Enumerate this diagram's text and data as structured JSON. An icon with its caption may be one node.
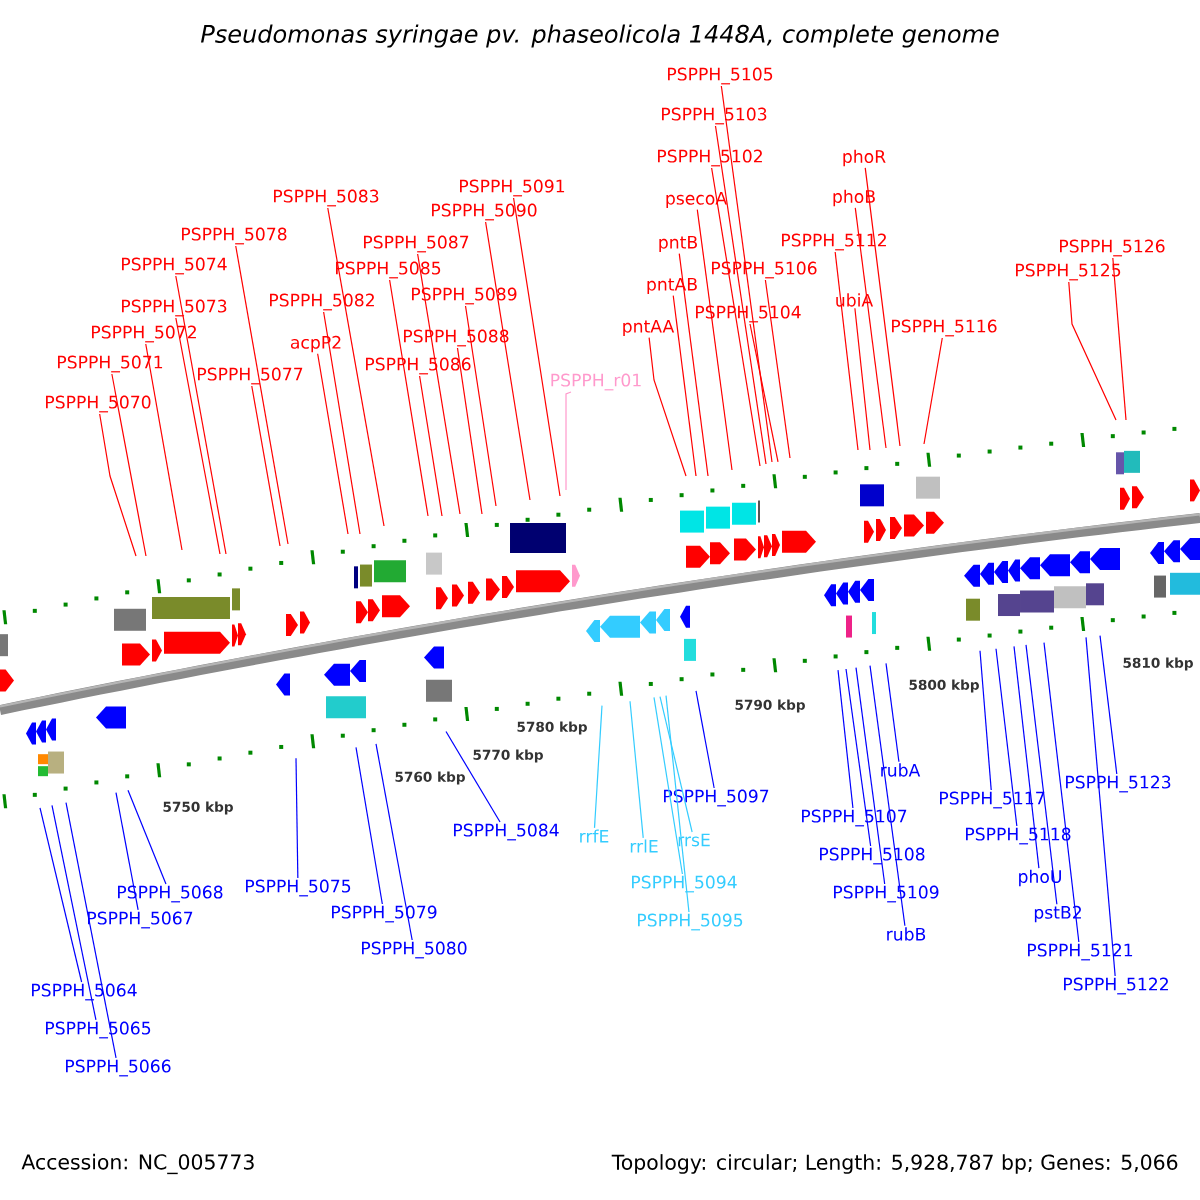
{
  "diagram": {
    "title": "Pseudomonas syringae pv. phaseolicola 1448A, complete genome",
    "nodes": [
      {
        "text": [
          "PSPPH_5105"
        ]
      },
      {
        "text": [
          "PSPPH_5103"
        ]
      },
      {
        "text": [
          "PSPPH_5102"
        ]
      },
      {
        "text": [
          "PSPPH_5091"
        ]
      },
      {
        "text": [
          "phoR"
        ]
      },
      {
        "text": [
          "PSPPH_5083"
        ]
      },
      {
        "text": [
          "psecoA"
        ]
      },
      {
        "text": [
          "phoB"
        ]
      },
      {
        "text": [
          "PSPPH_5090"
        ]
      },
      {
        "text": [
          "PSPPH_5078"
        ]
      },
      {
        "text": [
          "PSPPH_5087"
        ]
      },
      {
        "text": [
          "pntB"
        ]
      },
      {
        "text": [
          "PSPPH_5112"
        ]
      },
      {
        "text": [
          "PSPPH_5126"
        ]
      },
      {
        "text": [
          "PSPPH_5074"
        ]
      },
      {
        "text": [
          "PSPPH_5085"
        ]
      },
      {
        "text": [
          "PSPPH_5106"
        ]
      },
      {
        "text": [
          "PSPPH_5125"
        ]
      },
      {
        "text": [
          "pntAB"
        ]
      },
      {
        "text": [
          "PSPPH_5082"
        ]
      },
      {
        "text": [
          "PSPPH_5089"
        ]
      },
      {
        "text": [
          "ubiA"
        ]
      },
      {
        "text": [
          "PSPPH_5073"
        ]
      },
      {
        "text": [
          "PSPPH_5104"
        ]
      },
      {
        "text": [
          "pntAA"
        ]
      },
      {
        "text": [
          "PSPPH_5116"
        ]
      },
      {
        "text": [
          "PSPPH_5072"
        ]
      },
      {
        "text": [
          "PSPPH_5088"
        ]
      },
      {
        "text": [
          "acpP2"
        ]
      },
      {
        "text": [
          "PSPPH_5071"
        ]
      },
      {
        "text": [
          "PSPPH_5086"
        ]
      },
      {
        "text": [
          "PSPPH_5077"
        ]
      },
      {
        "text": [
          "PSPPH_r01"
        ]
      },
      {
        "text": [
          "PSPPH_5070"
        ]
      },
      {
        "text": [
          "PSPPH_5123"
        ]
      },
      {
        "text": [
          "PSPPH_5097"
        ]
      },
      {
        "text": [
          "PSPPH_5117"
        ]
      },
      {
        "text": [
          "rubA"
        ]
      },
      {
        "text": [
          "PSPPH_5107"
        ]
      },
      {
        "text": [
          "PSPPH_5084"
        ]
      },
      {
        "text": [
          "rrfE"
        ]
      },
      {
        "text": [
          "PSPPH_5118"
        ]
      },
      {
        "text": [
          "rrsE"
        ]
      },
      {
        "text": [
          "rrlE"
        ]
      },
      {
        "text": [
          "PSPPH_5108"
        ]
      },
      {
        "text": [
          "phoU"
        ]
      },
      {
        "text": [
          "PSPPH_5094"
        ]
      },
      {
        "text": [
          "PSPPH_5075"
        ]
      },
      {
        "text": [
          "PSPPH_5068"
        ]
      },
      {
        "text": [
          "PSPPH_5109"
        ]
      },
      {
        "text": [
          "PSPPH_5079"
        ]
      },
      {
        "text": [
          "pstB2"
        ]
      },
      {
        "text": [
          "PSPPH_5067"
        ]
      },
      {
        "text": [
          "PSPPH_5095"
        ]
      },
      {
        "text": [
          "rubB"
        ]
      },
      {
        "text": [
          "PSPPH_5080"
        ]
      },
      {
        "text": [
          "PSPPH_5121"
        ]
      },
      {
        "text": [
          "PSPPH_5122"
        ]
      },
      {
        "text": [
          "PSPPH_5064"
        ]
      },
      {
        "text": [
          "PSPPH_5065"
        ]
      },
      {
        "text": [
          "PSPPH_5066"
        ]
      }
    ],
    "edges": [
      {
        "from": 0,
        "to": null,
        "arrow": "none"
      },
      {
        "from": 1,
        "to": null,
        "arrow": "none"
      },
      {
        "from": 2,
        "to": null,
        "arrow": "none"
      },
      {
        "from": 3,
        "to": null,
        "arrow": "none"
      },
      {
        "from": 4,
        "to": null,
        "arrow": "none"
      },
      {
        "from": 5,
        "to": null,
        "arrow": "none"
      },
      {
        "from": 6,
        "to": null,
        "arrow": "none"
      },
      {
        "from": 7,
        "to": null,
        "arrow": "none"
      },
      {
        "from": 8,
        "to": null,
        "arrow": "none"
      },
      {
        "from": 9,
        "to": null,
        "arrow": "none"
      },
      {
        "from": 10,
        "to": null,
        "arrow": "none"
      },
      {
        "from": 11,
        "to": null,
        "arrow": "none"
      },
      {
        "from": 12,
        "to": null,
        "arrow": "none"
      },
      {
        "from": 13,
        "to": null,
        "arrow": "none"
      },
      {
        "from": 14,
        "to": null,
        "arrow": "none"
      },
      {
        "from": 15,
        "to": null,
        "arrow": "none"
      },
      {
        "from": 16,
        "to": null,
        "arrow": "none"
      },
      {
        "from": 17,
        "to": null,
        "arrow": "none"
      },
      {
        "from": 18,
        "to": null,
        "arrow": "none"
      },
      {
        "from": 19,
        "to": null,
        "arrow": "none"
      },
      {
        "from": 20,
        "to": null,
        "arrow": "none"
      },
      {
        "from": 21,
        "to": null,
        "arrow": "none"
      },
      {
        "from": 22,
        "to": null,
        "arrow": "none"
      },
      {
        "from": 23,
        "to": null,
        "arrow": "none"
      },
      {
        "from": 24,
        "to": null,
        "arrow": "none"
      },
      {
        "from": 25,
        "to": null,
        "arrow": "none"
      },
      {
        "from": 26,
        "to": null,
        "arrow": "none"
      },
      {
        "from": 27,
        "to": null,
        "arrow": "none"
      },
      {
        "from": 28,
        "to": null,
        "arrow": "none"
      },
      {
        "from": 29,
        "to": null,
        "arrow": "none"
      },
      {
        "from": 30,
        "to": null,
        "arrow": "none"
      },
      {
        "from": 31,
        "to": null,
        "arrow": "none"
      },
      {
        "from": 32,
        "to": null,
        "arrow": "none",
        "color": "#ff99cc"
      },
      {
        "from": 33,
        "to": null,
        "arrow": "none"
      },
      {
        "from": 34,
        "to": null,
        "arrow": "none",
        "color": "#0000ff"
      },
      {
        "from": 35,
        "to": null,
        "arrow": "none",
        "color": "#0000ff"
      },
      {
        "from": 36,
        "to": null,
        "arrow": "none",
        "color": "#0000ff"
      },
      {
        "from": 37,
        "to": null,
        "arrow": "none",
        "color": "#0000ff"
      },
      {
        "from": 38,
        "to": null,
        "arrow": "none",
        "color": "#0000ff"
      },
      {
        "from": 39,
        "to": null,
        "arrow": "none",
        "color": "#0000ff"
      },
      {
        "from": 40,
        "to": null,
        "arrow": "none",
        "color": "#33ccff"
      },
      {
        "from": 41,
        "to": null,
        "arrow": "none",
        "color": "#0000ff"
      },
      {
        "from": 42,
        "to": null,
        "arrow": "none",
        "color": "#33ccff"
      },
      {
        "from": 43,
        "to": null,
        "arrow": "none",
        "color": "#33ccff"
      },
      {
        "from": 44,
        "to": null,
        "arrow": "none",
        "color": "#0000ff"
      },
      {
        "from": 45,
        "to": null,
        "arrow": "none",
        "color": "#0000ff"
      },
      {
        "from": 46,
        "to": null,
        "arrow": "none",
        "color": "#33ccff"
      },
      {
        "from": 47,
        "to": null,
        "arrow": "none",
        "color": "#0000ff"
      },
      {
        "from": 48,
        "to": null,
        "arrow": "none",
        "color": "#0000ff"
      },
      {
        "from": 49,
        "to": null,
        "arrow": "none",
        "color": "#0000ff"
      },
      {
        "from": 50,
        "to": null,
        "arrow": "none",
        "color": "#0000ff"
      },
      {
        "from": 51,
        "to": null,
        "arrow": "none",
        "color": "#0000ff"
      },
      {
        "from": 52,
        "to": null,
        "arrow": "none",
        "color": "#0000ff"
      },
      {
        "from": 53,
        "to": null,
        "arrow": "none",
        "color": "#33ccff"
      },
      {
        "from": 54,
        "to": null,
        "arrow": "none",
        "color": "#0000ff"
      },
      {
        "from": 55,
        "to": null,
        "arrow": "none",
        "color": "#0000ff"
      },
      {
        "from": 56,
        "to": null,
        "arrow": "none",
        "color": "#0000ff"
      },
      {
        "from": 57,
        "to": null,
        "arrow": "none",
        "color": "#0000ff"
      },
      {
        "from": 58,
        "to": null,
        "arrow": "none",
        "color": "#0000ff"
      },
      {
        "from": 59,
        "to": null,
        "arrow": "none",
        "color": "#0000ff"
      },
      {
        "from": 60,
        "to": null,
        "arrow": "none",
        "color": "#0000ff"
      }
    ],
    "labels": [
      "5750 kbp",
      "5760 kbp",
      "5770 kbp",
      "5780 kbp",
      "5790 kbp",
      "5800 kbp",
      "5810 kbp",
      "Accession: NC_005773",
      "Topology: circular; Length: 5,928,787 bp; Genes: 5,066"
    ]
  }
}
